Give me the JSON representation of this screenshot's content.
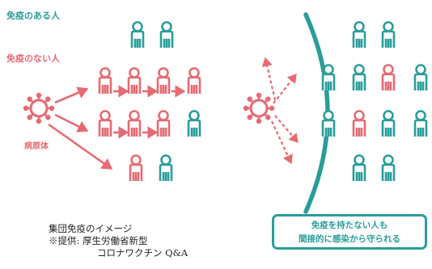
{
  "legend": {
    "immune_label": "免疫のある人",
    "nonimmune_label": "免疫のない人",
    "pathogen_label": "病原体"
  },
  "caption": {
    "line1": "集団免疫のイメージ",
    "line2": "※提供: 厚生労働省新型",
    "line3": "コロナワクチン Q&A"
  },
  "callout": {
    "line1": "免疫を持たない人も",
    "line2": "間接的に感染から守られる"
  },
  "colors": {
    "immune": "#2a9d9a",
    "nonimmune": "#e66a72",
    "pathogen": "#e66a72"
  },
  "icons": {
    "person": "person-icon",
    "pathogen": "virus-icon",
    "arrow": "arrow-icon",
    "barrier": "barrier-arc"
  }
}
